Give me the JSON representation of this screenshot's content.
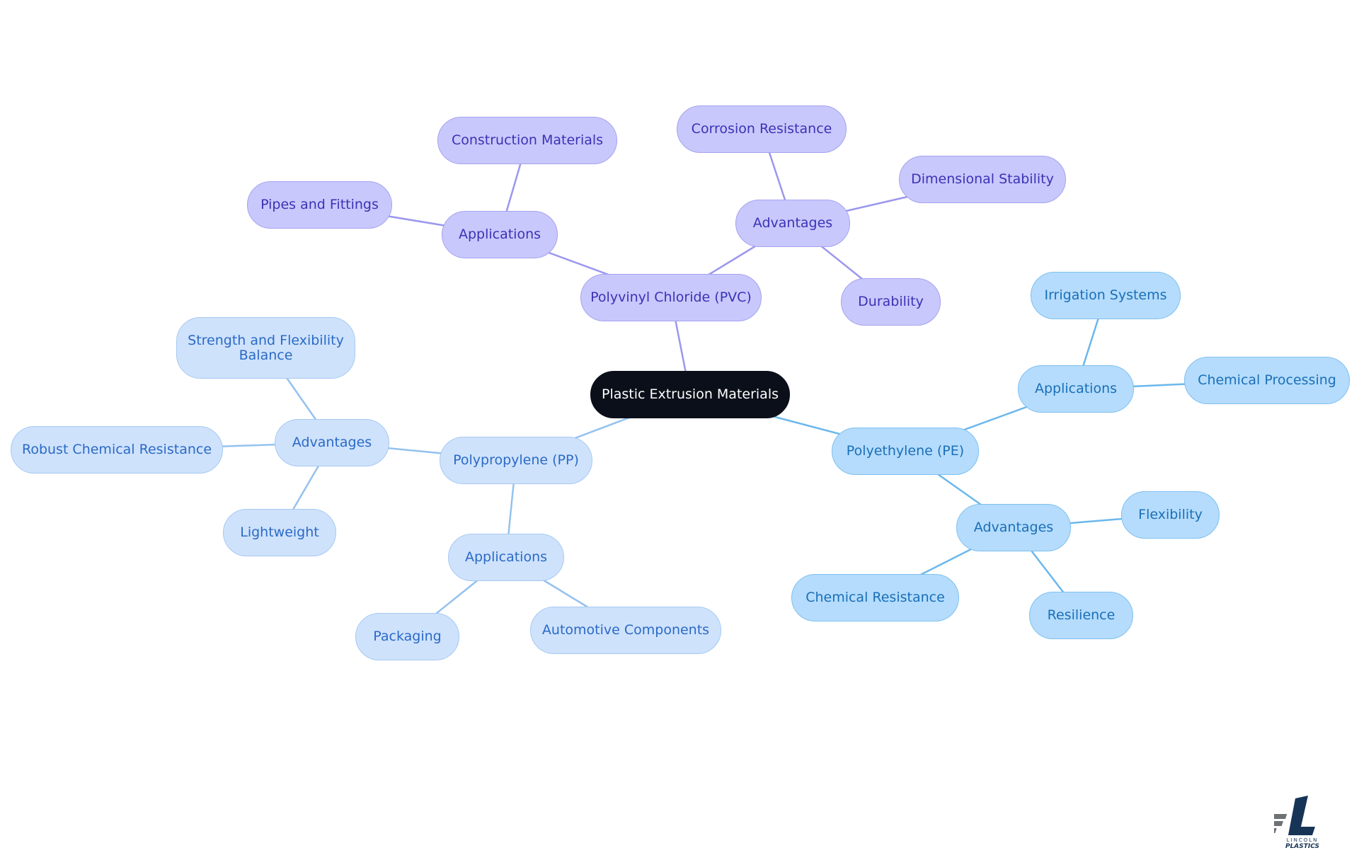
{
  "diagram": {
    "root": {
      "label": "Plastic Extrusion Materials"
    },
    "branches": [
      {
        "key": "pvc",
        "label": "Polyvinyl Chloride (PVC)",
        "color": "#9b97ee",
        "groups": [
          {
            "label": "Applications",
            "items": [
              "Construction Materials",
              "Pipes and Fittings"
            ]
          },
          {
            "label": "Advantages",
            "items": [
              "Corrosion Resistance",
              "Dimensional Stability",
              "Durability"
            ]
          }
        ]
      },
      {
        "key": "pp",
        "label": "Polypropylene (PP)",
        "color": "#94c2ee",
        "groups": [
          {
            "label": "Advantages",
            "items": [
              "Strength and Flexibility Balance",
              "Robust Chemical Resistance",
              "Lightweight"
            ]
          },
          {
            "label": "Applications",
            "items": [
              "Packaging",
              "Automotive Components"
            ]
          }
        ]
      },
      {
        "key": "pe",
        "label": "Polyethylene (PE)",
        "color": "#6bb7ec",
        "groups": [
          {
            "label": "Applications",
            "items": [
              "Irrigation Systems",
              "Chemical Processing"
            ]
          },
          {
            "label": "Advantages",
            "items": [
              "Flexibility",
              "Resilience",
              "Chemical Resistance"
            ]
          }
        ]
      }
    ]
  },
  "logo": {
    "line1": "LINCOLN",
    "line2": "PLASTICS"
  }
}
